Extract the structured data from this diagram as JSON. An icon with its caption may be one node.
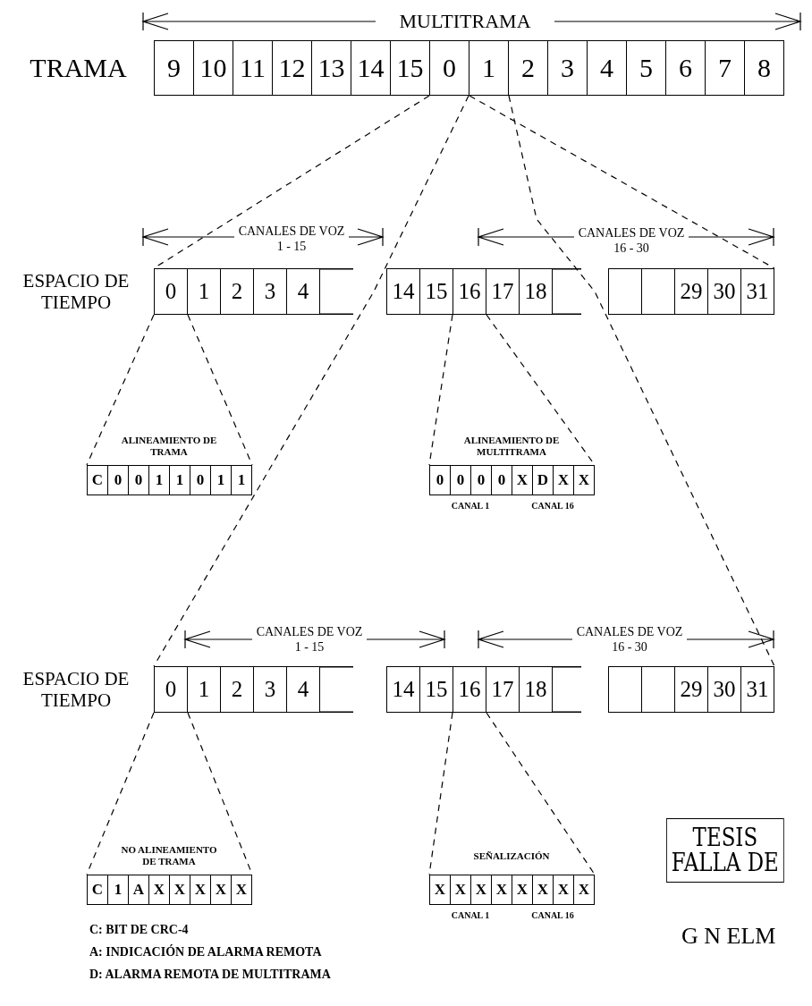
{
  "diagram": {
    "nodes": [
      {
        "text": [
          "TRAMA"
        ]
      },
      {
        "text": [
          "9"
        ],
        "in": 0
      },
      {
        "text": [
          "10"
        ],
        "in": 0
      },
      {
        "text": [
          "11"
        ],
        "in": 0
      },
      {
        "text": [
          "12"
        ],
        "in": 0
      },
      {
        "text": [
          "13"
        ],
        "in": 0
      },
      {
        "text": [
          "14"
        ],
        "in": 0
      },
      {
        "text": [
          "15"
        ],
        "in": 0
      },
      {
        "text": [
          "0"
        ],
        "in": 0
      },
      {
        "text": [
          "1"
        ],
        "in": 0
      },
      {
        "text": [
          "2"
        ],
        "in": 0
      },
      {
        "text": [
          "3"
        ],
        "in": 0
      },
      {
        "text": [
          "4"
        ],
        "in": 0
      },
      {
        "text": [
          "5"
        ],
        "in": 0
      },
      {
        "text": [
          "6"
        ],
        "in": 0
      },
      {
        "text": [
          "7"
        ],
        "in": 0
      },
      {
        "text": [
          "8"
        ],
        "in": 0
      },
      {
        "text": [
          "ESPACIO DE TIEMPO"
        ]
      },
      {
        "text": [
          "0"
        ],
        "in": 17
      },
      {
        "text": [
          "1"
        ],
        "in": 17
      },
      {
        "text": [
          "2"
        ],
        "in": 17
      },
      {
        "text": [
          "3"
        ],
        "in": 17
      },
      {
        "text": [
          "4"
        ],
        "in": 17
      },
      {
        "text": [
          "14"
        ],
        "in": 17
      },
      {
        "text": [
          "15"
        ],
        "in": 17
      },
      {
        "text": [
          "16"
        ],
        "in": 17
      },
      {
        "text": [
          "17"
        ],
        "in": 17
      },
      {
        "text": [
          "18"
        ],
        "in": 17
      },
      {
        "text": [],
        "shape": "box",
        "in": 17
      },
      {
        "text": [],
        "shape": "box",
        "in": 17
      },
      {
        "text": [
          "29"
        ],
        "in": 17
      },
      {
        "text": [
          "30"
        ],
        "in": 17
      },
      {
        "text": [
          "31"
        ],
        "in": 17
      },
      {
        "text": [
          "ALINEAMIENTO DE TRAMA"
        ]
      },
      {
        "text": [
          "C"
        ],
        "in": 33
      },
      {
        "text": [
          "0"
        ],
        "in": 33
      },
      {
        "text": [
          "0"
        ],
        "in": 33
      },
      {
        "text": [
          "1"
        ],
        "in": 33
      },
      {
        "text": [
          "1"
        ],
        "in": 33
      },
      {
        "text": [
          "0"
        ],
        "in": 33
      },
      {
        "text": [
          "1"
        ],
        "in": 33
      },
      {
        "text": [
          "1"
        ],
        "in": 33
      },
      {
        "text": [
          "ALINEAMIENTO DE MULTITRAMA"
        ],
        "beside": [
          "CANAL 1",
          "CANAL 16"
        ]
      },
      {
        "text": [
          "0"
        ],
        "in": 42
      },
      {
        "text": [
          "0"
        ],
        "in": 42
      },
      {
        "text": [
          "0"
        ],
        "in": 42
      },
      {
        "text": [
          "0"
        ],
        "in": 42
      },
      {
        "text": [
          "X"
        ],
        "in": 42
      },
      {
        "text": [
          "D"
        ],
        "in": 42
      },
      {
        "text": [
          "X"
        ],
        "in": 42
      },
      {
        "text": [
          "X"
        ],
        "in": 42
      },
      {
        "text": [
          "ESPACIO DE TIEMPO"
        ]
      },
      {
        "text": [
          "0"
        ],
        "in": 51
      },
      {
        "text": [
          "1"
        ],
        "in": 51
      },
      {
        "text": [
          "2"
        ],
        "in": 51
      },
      {
        "text": [
          "3"
        ],
        "in": 51
      },
      {
        "text": [
          "4"
        ],
        "in": 51
      },
      {
        "text": [
          "14"
        ],
        "in": 51
      },
      {
        "text": [
          "15"
        ],
        "in": 51
      },
      {
        "text": [
          "16"
        ],
        "in": 51
      },
      {
        "text": [
          "17"
        ],
        "in": 51
      },
      {
        "text": [
          "18"
        ],
        "in": 51
      },
      {
        "text": [],
        "shape": "box",
        "in": 51
      },
      {
        "text": [],
        "shape": "box",
        "in": 51
      },
      {
        "text": [
          "29"
        ],
        "in": 51
      },
      {
        "text": [
          "30"
        ],
        "in": 51
      },
      {
        "text": [
          "31"
        ],
        "in": 51
      },
      {
        "text": [
          "NO ALINEAMIENTO DE TRAMA"
        ]
      },
      {
        "text": [
          "C"
        ],
        "in": 67
      },
      {
        "text": [
          "1"
        ],
        "in": 67
      },
      {
        "text": [
          "A"
        ],
        "in": 67
      },
      {
        "text": [
          "X"
        ],
        "in": 67
      },
      {
        "text": [
          "X"
        ],
        "in": 67
      },
      {
        "text": [
          "X"
        ],
        "in": 67
      },
      {
        "text": [
          "X"
        ],
        "in": 67
      },
      {
        "text": [
          "X"
        ],
        "in": 67
      },
      {
        "text": [
          "SEÑALIZACIÓN"
        ],
        "beside": [
          "CANAL 1",
          "CANAL 16"
        ]
      },
      {
        "text": [
          "X"
        ],
        "in": 76
      },
      {
        "text": [
          "X"
        ],
        "in": 76
      },
      {
        "text": [
          "X"
        ],
        "in": 76
      },
      {
        "text": [
          "X"
        ],
        "in": 76
      },
      {
        "text": [
          "X"
        ],
        "in": 76
      },
      {
        "text": [
          "X"
        ],
        "in": 76
      },
      {
        "text": [
          "X"
        ],
        "in": 76
      },
      {
        "text": [
          "X"
        ],
        "in": 76
      },
      {
        "text": [
          "TESIS FALLA DE"
        ]
      }
    ],
    "edges": [
      {
        "from": 8,
        "to": 18,
        "arrow": "none",
        "style": "dashed"
      },
      {
        "from": 8,
        "to": 32,
        "arrow": "none",
        "style": "dashed"
      },
      {
        "from": 9,
        "to": 52,
        "arrow": "none",
        "style": "dashed"
      },
      {
        "from": 9,
        "to": 66,
        "arrow": "none",
        "style": "dashed"
      },
      {
        "from": 18,
        "to": 34,
        "arrow": "none",
        "style": "dashed"
      },
      {
        "from": 18,
        "to": 41,
        "arrow": "none",
        "style": "dashed"
      },
      {
        "from": 25,
        "to": 43,
        "arrow": "none",
        "style": "dashed"
      },
      {
        "from": 25,
        "to": 50,
        "arrow": "none",
        "style": "dashed"
      },
      {
        "from": 52,
        "to": 68,
        "arrow": "none",
        "style": "dashed"
      },
      {
        "from": 52,
        "to": 75,
        "arrow": "none",
        "style": "dashed"
      },
      {
        "from": 59,
        "to": 77,
        "arrow": "none",
        "style": "dashed"
      },
      {
        "from": 59,
        "to": 84,
        "arrow": "none",
        "style": "dashed"
      }
    ],
    "labels": [
      "MULTITRAMA",
      "CANALES DE VOZ 1 - 15",
      "CANALES DE VOZ 16 - 30",
      "CANALES DE VOZ 1 - 15",
      "CANALES DE VOZ 16 - 30",
      "C: BIT DE CRC-4",
      "A: INDICACIÓN DE ALARMA REMOTA",
      "D: ALARMA REMOTA DE MULTITRAMA",
      "G N ELM"
    ]
  }
}
